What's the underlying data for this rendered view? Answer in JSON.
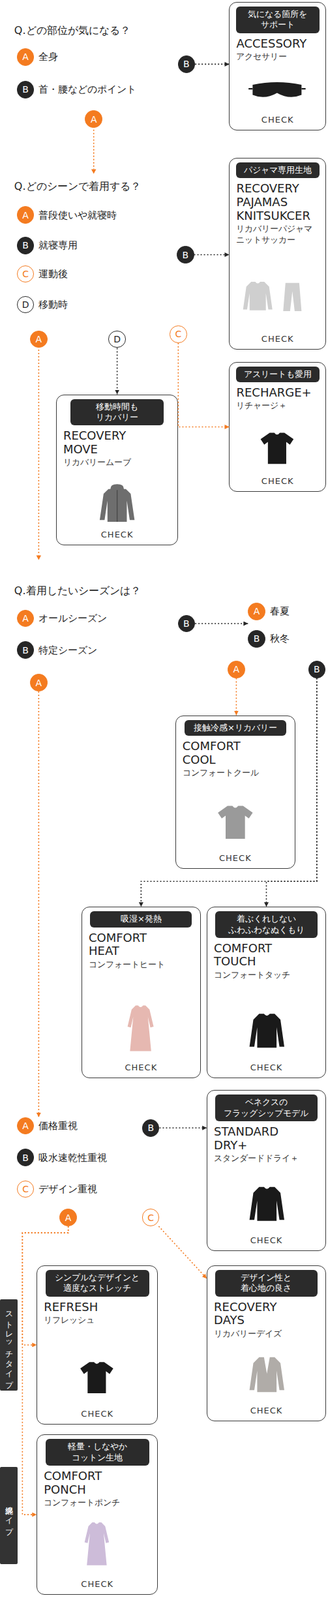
{
  "diagram": {
    "nodes": [
      {
        "text": [
          "A",
          "全身"
        ]
      },
      {
        "text": [
          "B",
          "首・腰などのポイント"
        ]
      },
      {
        "text": [
          "B"
        ]
      },
      {
        "text": [
          "ACCESSORY",
          "アクセサリー",
          "CHECK"
        ]
      },
      {
        "text": [
          "気になる箇所を サポート"
        ],
        "in": 3
      },
      {
        "text": [
          "A"
        ]
      },
      {
        "text": [
          "RECOVERY PAJAMAS KNITSUKCER",
          "リカバリーパジャマ ニットサッカー",
          "CHECK"
        ]
      },
      {
        "text": [
          "パジャマ専用生地"
        ],
        "in": 6
      },
      {
        "text": [
          "A",
          "普段使いや就寝時"
        ]
      },
      {
        "text": [
          "B",
          "就寝専用"
        ]
      },
      {
        "text": [
          "C",
          "運動後"
        ]
      },
      {
        "text": [
          "D",
          "移動時"
        ]
      },
      {
        "text": [
          "B"
        ]
      },
      {
        "text": [
          "A"
        ]
      },
      {
        "text": [
          "D"
        ]
      },
      {
        "text": [
          "C"
        ]
      },
      {
        "text": [
          "RECHARGE+",
          "リチャージ＋",
          "CHECK"
        ]
      },
      {
        "text": [
          "アスリートも愛用"
        ],
        "in": 16
      },
      {
        "text": [
          "RECOVERY MOVE",
          "リカバリームーブ",
          "CHECK"
        ]
      },
      {
        "text": [
          "移動時間も リカバリー"
        ],
        "in": 18
      },
      {
        "text": [
          "A",
          "オールシーズン"
        ]
      },
      {
        "text": [
          "B",
          "特定シーズン"
        ]
      },
      {
        "text": [
          "B"
        ]
      },
      {
        "text": [
          "A",
          "春夏"
        ]
      },
      {
        "text": [
          "B",
          "秋冬"
        ]
      },
      {
        "text": [
          "A"
        ]
      },
      {
        "text": [
          "B"
        ]
      },
      {
        "text": [
          "A"
        ]
      },
      {
        "text": [
          "COMFORT COOL",
          "コンフォートクール",
          "CHECK"
        ]
      },
      {
        "text": [
          "接触冷感×リカバリー"
        ],
        "in": 28
      },
      {
        "text": [
          "COMFORT HEAT",
          "コンフォートヒート",
          "CHECK"
        ]
      },
      {
        "text": [
          "吸湿×発熱"
        ],
        "in": 30
      },
      {
        "text": [
          "COMFORT TOUCH",
          "コンフォートタッチ",
          "CHECK"
        ]
      },
      {
        "text": [
          "着ぶくれしない ふわふわなぬくもり"
        ],
        "in": 32
      },
      {
        "text": [
          "STANDARD DRY+",
          "スタンダードドライ＋",
          "CHECK"
        ]
      },
      {
        "text": [
          "ベネクスの フラッグシップモデル"
        ],
        "in": 34
      },
      {
        "text": [
          "A",
          "価格重視"
        ]
      },
      {
        "text": [
          "B",
          "吸水速乾性重視"
        ]
      },
      {
        "text": [
          "C",
          "デザイン重視"
        ]
      },
      {
        "text": [
          "B"
        ]
      },
      {
        "text": [
          "A"
        ]
      },
      {
        "text": [
          "C"
        ]
      },
      {
        "text": [
          "RECOVERY DAYS",
          "リカバリーデイズ",
          "CHECK"
        ]
      },
      {
        "text": [
          "デザイン性と 着心地の良さ"
        ],
        "in": 42
      },
      {
        "text": [
          "REFRESH",
          "リフレッシュ",
          "CHECK"
        ]
      },
      {
        "text": [
          "シンプルなデザインと 適度なストレッチ"
        ],
        "in": 44
      },
      {
        "text": [
          "ストレッチタイプ"
        ]
      },
      {
        "text": [
          "COMFORT PONCH",
          "コンフォートポンチ",
          "CHECK"
        ]
      },
      {
        "text": [
          "軽量・しなやか コットン生地"
        ],
        "in": 47
      },
      {
        "text": [
          "綿混タイプ"
        ]
      }
    ],
    "edges": [
      {
        "from": 2,
        "to": 3,
        "arrow": "to"
      },
      {
        "from": 12,
        "to": 6,
        "arrow": "to"
      },
      {
        "from": 14,
        "to": 18,
        "arrow": "to"
      },
      {
        "from": 15,
        "to": 16,
        "arrow": "to"
      },
      {
        "from": 22,
        "to": 23,
        "arrow": "to"
      },
      {
        "from": 25,
        "to": 28,
        "arrow": "to"
      },
      {
        "from": 26,
        "to": 30,
        "arrow": "to"
      },
      {
        "from": 26,
        "to": 32,
        "arrow": "to"
      },
      {
        "from": 27,
        "to": 36,
        "arrow": "to"
      },
      {
        "from": 39,
        "to": 34,
        "arrow": "to"
      },
      {
        "from": 41,
        "to": 42,
        "arrow": "to"
      },
      {
        "from": 40,
        "to": 44,
        "arrow": "to"
      },
      {
        "from": 40,
        "to": 47,
        "arrow": "to"
      }
    ],
    "labels": [
      "Q.どの部位が気になる？",
      "Q.どのシーンで着用する？",
      "Q.着用したいシーズンは？"
    ]
  }
}
